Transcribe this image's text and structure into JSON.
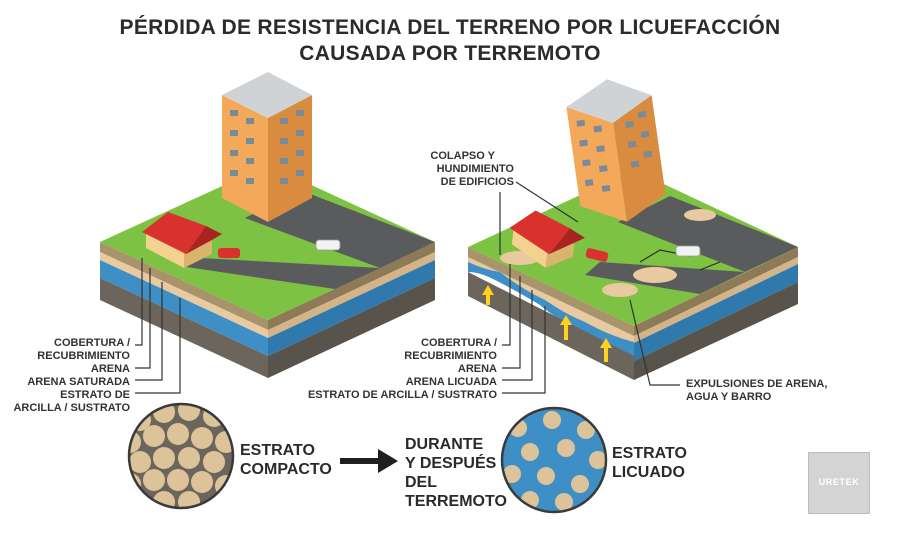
{
  "title": {
    "line1": "PÉRDIDA DE RESISTENCIA DEL TERRENO POR LICUEFACCIÓN",
    "line2": "CAUSADA POR TERREMOTO"
  },
  "left_panel": {
    "layers": {
      "l1a": "COBERTURA /",
      "l1b": "RECUBRIMIENTO",
      "l2": "ARENA",
      "l3": "ARENA SATURADA",
      "l4a": "ESTRATO DE",
      "l4b": "ARCILLA / SUSTRATO"
    },
    "circle_label_a": "ESTRATO",
    "circle_label_b": "COMPACTO"
  },
  "right_panel": {
    "collapse_a": "COLAPSO Y",
    "collapse_b": "HUNDIMIENTO",
    "collapse_c": "DE EDIFICIOS",
    "layers": {
      "l1a": "COBERTURA /",
      "l1b": "RECUBRIMIENTO",
      "l2": "ARENA",
      "l3": "ARENA LICUADA",
      "l4": "ESTRATO DE ARCILLA / SUSTRATO"
    },
    "expulsion_a": "EXPULSIONES DE ARENA,",
    "expulsion_b": "AGUA Y BARRO",
    "circle_label_a": "ESTRATO",
    "circle_label_b": "LICUADO"
  },
  "transition": {
    "l1": "DURANTE",
    "l2": "Y DESPUÉS",
    "l3": "DEL",
    "l4": "TERREMOTO"
  },
  "logo_text": "URETEK",
  "colors": {
    "grass": "#7dc242",
    "road": "#5a5b5d",
    "sand": "#e8c9a0",
    "saturated_blue": "#3d8fc6",
    "clay": "#6b655c",
    "building": "#f4a95a",
    "house_roof": "#d8312e",
    "arrow_yellow": "#ffd21f"
  }
}
